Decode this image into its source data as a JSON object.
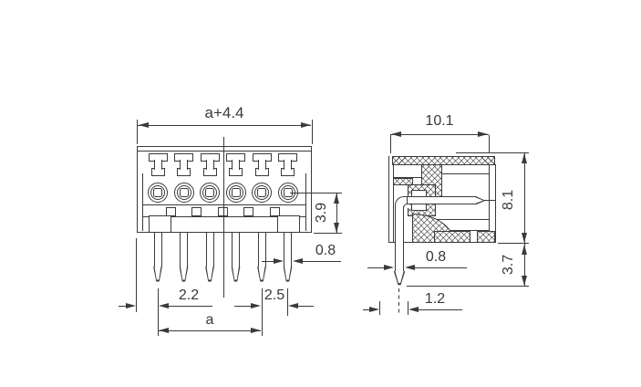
{
  "drawing": {
    "kind": "connector technical drawing",
    "background": "#ffffff",
    "line_color": "#3a3a3a"
  },
  "front_view": {
    "pole_count": 6,
    "dims": {
      "total_width": "a+4.4",
      "center_to_bottom": "3.9",
      "pin_width": "0.8",
      "edge_to_first_pin": "2.2",
      "pin_pitch": "2.5",
      "pin_row_span": "a"
    }
  },
  "side_view": {
    "dims": {
      "depth": "10.1",
      "body_height": "8.1",
      "pin_below_body": "3.7",
      "pin_thickness": "0.8",
      "pin_offset": "1.2"
    }
  }
}
